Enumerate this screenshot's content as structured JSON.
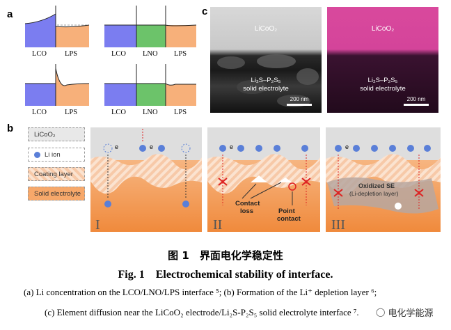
{
  "panel_a": {
    "letter": "a",
    "plots": [
      {
        "labels": [
          "LCO",
          "LPS"
        ]
      },
      {
        "labels": [
          "LCO",
          "LNO",
          "LPS"
        ]
      },
      {
        "labels": [
          "LCO",
          "LPS"
        ]
      },
      {
        "labels": [
          "LCO",
          "LNO",
          "LPS"
        ]
      }
    ],
    "colors": {
      "lco": "#7b7df0",
      "lno": "#6cc36a",
      "lps": "#f7b07a"
    }
  },
  "panel_c": {
    "letter": "c",
    "left": {
      "top_label": "LiCoO₂",
      "bottom_label_1": "Li₂S–P₂S₅",
      "bottom_label_2": "solid electrolyte",
      "scale": "200 nm"
    },
    "right": {
      "top_label": "LiCoO₂",
      "bottom_label_1": "Li₂S–P₂S₅",
      "bottom_label_2": "solid electrolyte",
      "scale": "200 nm"
    }
  },
  "panel_b": {
    "letter": "b",
    "legend": [
      "LiCoO₂",
      "Li ion",
      "Coating layer",
      "Solid electrolyte"
    ],
    "stages": [
      "I",
      "II",
      "III"
    ],
    "electron": "e",
    "annotations": {
      "contact_loss_1": "Contact",
      "contact_loss_2": "loss",
      "point_contact_1": "Point",
      "point_contact_2": "contact",
      "oxidized_1": "Oxidized SE",
      "oxidized_2": "(Li-depletion layer)"
    }
  },
  "caption": {
    "cn": "图 1　界面电化学稳定性",
    "en": "Fig. 1　Electrochemical stability of interface.",
    "line1": "(a) Li concentration on the LCO/LNO/LPS interface ⁵; (b) Formation of the Li⁺ depletion layer ⁶;",
    "line2": "(c) Element diffusion near the LiCoO₂ electrode/Li₂S-P₂S₅ solid electrolyte interface ⁷."
  },
  "watermark": {
    "text": "电化学能源"
  }
}
